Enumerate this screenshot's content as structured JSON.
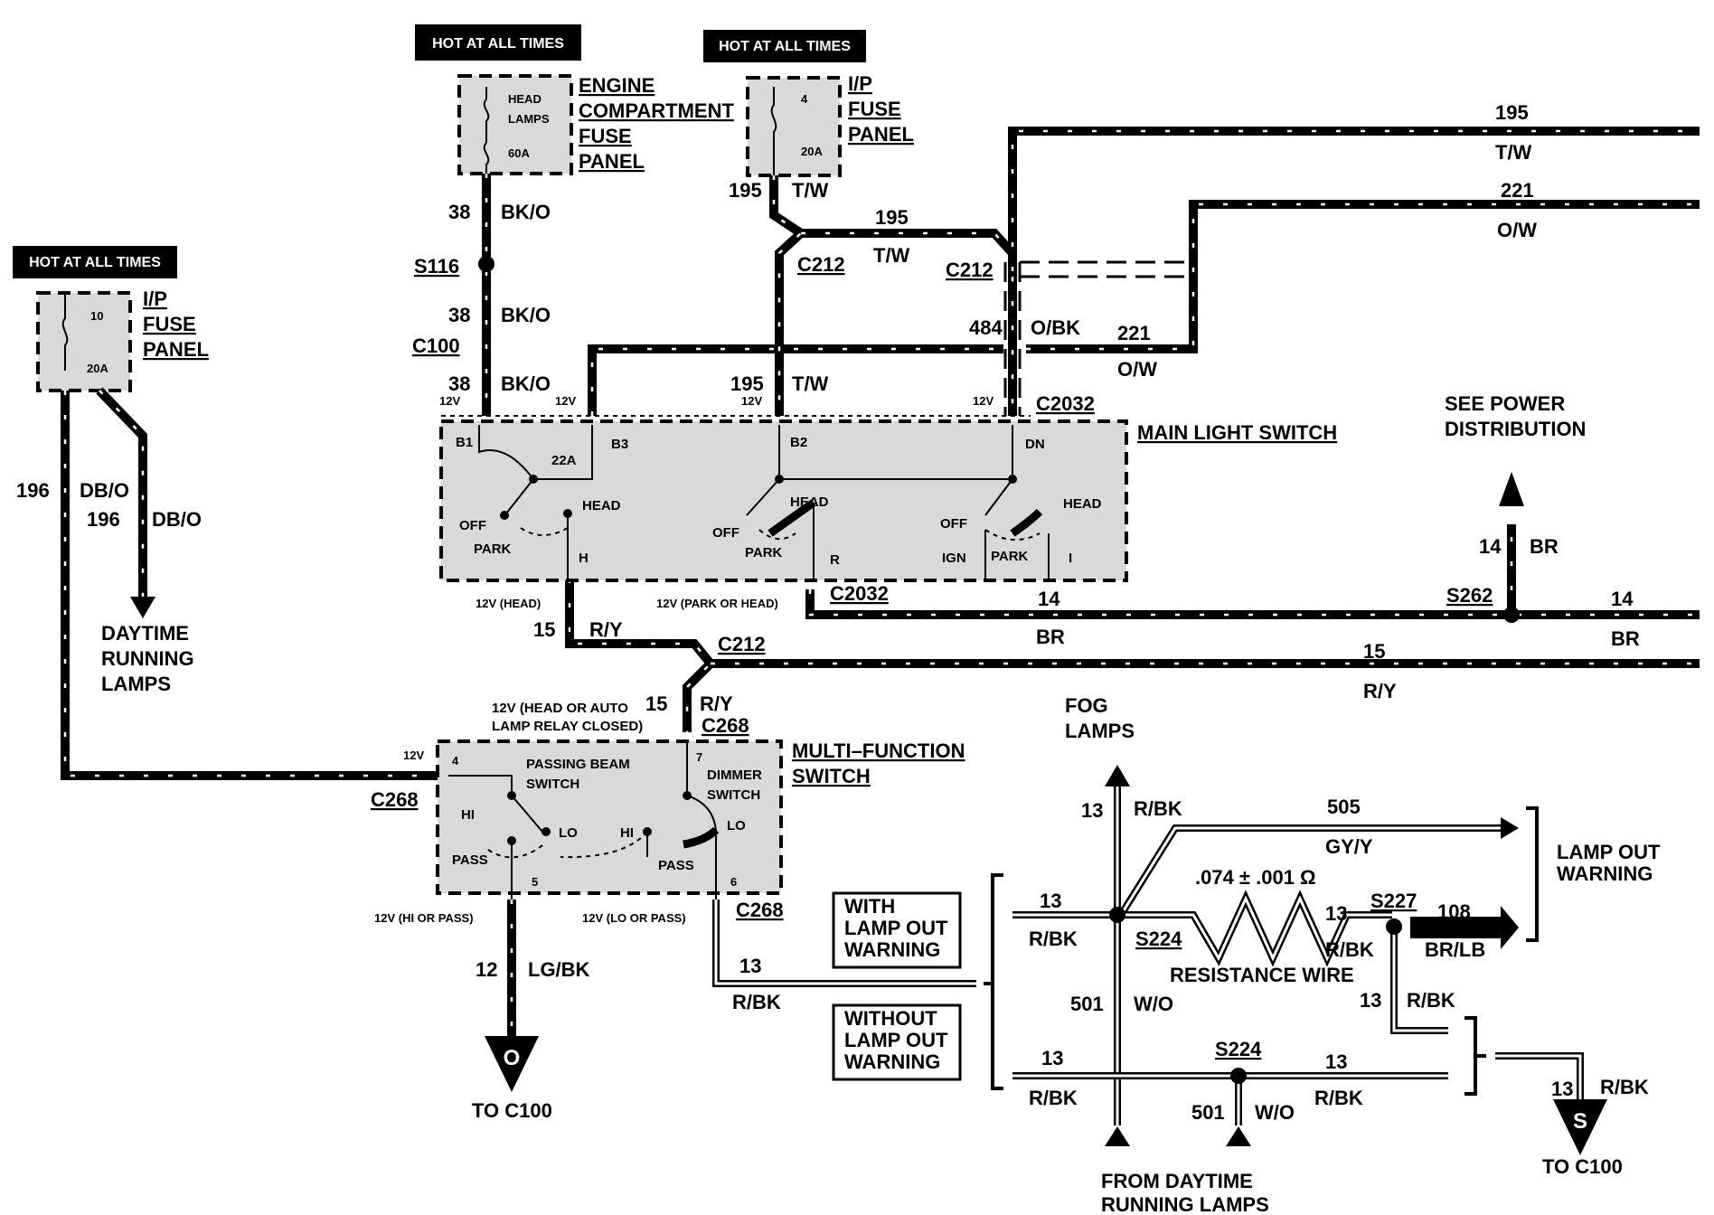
{
  "hot_labels": [
    "HOT AT ALL TIMES",
    "HOT AT ALL TIMES",
    "HOT AT ALL TIMES"
  ],
  "fuses": {
    "engine": {
      "line1": "HEAD",
      "line2": "LAMPS",
      "rating": "60A",
      "title": [
        "ENGINE",
        "COMPARTMENT",
        "FUSE",
        "PANEL"
      ]
    },
    "ip4": {
      "number": "4",
      "rating": "20A",
      "title": [
        "I/P",
        "FUSE",
        "PANEL"
      ]
    },
    "ip10": {
      "number": "10",
      "rating": "20A",
      "title": [
        "I/P",
        "FUSE",
        "PANEL"
      ]
    }
  },
  "wire_labels": {
    "w38a": "38",
    "bko_a": "BK/O",
    "s116": "S116",
    "w38b": "38",
    "bko_b": "BK/O",
    "c100": "C100",
    "w38c": "38",
    "bko_c": "BK/O",
    "v12_a": "12V",
    "v12_b": "12V",
    "w195a": "195",
    "tw_a": "T/W",
    "w195b": "195",
    "tw_b": "T/W",
    "c212_a": "C212",
    "w195c": "195",
    "tw_c": "T/W",
    "v12_c": "12V",
    "c212_b": "C212",
    "w195d": "195",
    "tw_d": "T/W",
    "w221a": "221",
    "ow_a": "O/W",
    "w484": "484",
    "obk": "O/BK",
    "w221b": "221",
    "ow_b": "O/W",
    "v12_d": "12V",
    "c2032_a": "C2032",
    "w196a": "196",
    "dbo_a": "DB/O",
    "w196b": "196",
    "dbo_b": "DB/O",
    "drl": [
      "DAYTIME",
      "RUNNING",
      "LAMPS"
    ],
    "see_power": [
      "SEE POWER",
      "DISTRIBUTION"
    ],
    "w14a": "14",
    "br_a": "BR",
    "s262": "S262",
    "w14b": "14",
    "br_b": "BR",
    "w14c": "14",
    "br_c": "BR",
    "v12_head": "12V (HEAD)",
    "v12_park": "12V (PARK OR HEAD)",
    "c2032_b": "C2032",
    "w15a": "15",
    "ry_a": "R/Y",
    "c212_c": "C212",
    "w15b": "15",
    "ry_b": "R/Y",
    "relay_note": [
      "12V (HEAD OR AUTO",
      "LAMP RELAY CLOSED)"
    ],
    "w15c": "15",
    "ry_c": "R/Y",
    "c268_a": "C268",
    "v12_e": "12V",
    "c268_b": "C268",
    "v12_hi": "12V (HI OR PASS)",
    "v12_lo": "12V (LO OR PASS)",
    "c268_c": "C268",
    "w12": "12",
    "lgbk": "LG/BK",
    "connector_o": "O",
    "to_c100_a": "TO C100",
    "w13a": "13",
    "rbk_a": "R/BK",
    "fog": [
      "FOG",
      "LAMPS"
    ],
    "w13b": "13",
    "rbk_b": "R/BK",
    "w505": "505",
    "gyy": "GY/Y",
    "lamp_out": [
      "LAMP OUT",
      "WARNING"
    ],
    "resistance_val": ".074 ± .001 Ω",
    "w13c": "13",
    "rbk_c": "R/BK",
    "s224_a": "S224",
    "resistance_wire": "RESISTANCE WIRE",
    "w13d": "13",
    "rbk_d": "R/BK",
    "s227": "S227",
    "w108": "108",
    "brlb": "BR/LB",
    "w501a": "501",
    "wo_a": "W/O",
    "w13e": "13",
    "rbk_e": "R/BK",
    "w13f": "13",
    "rbk_f": "R/BK",
    "s224_b": "S224",
    "w13g": "13",
    "rbk_g": "R/BK",
    "w501b": "501",
    "wo_b": "W/O",
    "w13h": "13",
    "rbk_h": "R/BK",
    "connector_s": "S",
    "to_c100_b": "TO C100",
    "from_drl": [
      "FROM DAYTIME",
      "RUNNING LAMPS"
    ]
  },
  "notes": {
    "with_warning": [
      "WITH",
      "LAMP OUT",
      "WARNING"
    ],
    "without_warning": [
      "WITHOUT",
      "LAMP OUT",
      "WARNING"
    ]
  },
  "main_switch": {
    "title": "MAIN LIGHT SWITCH",
    "b1": "B1",
    "a22": "22A",
    "b3": "B3",
    "b2": "B2",
    "dn": "DN",
    "off1": "OFF",
    "park1": "PARK",
    "head1": "HEAD",
    "h": "H",
    "off2": "OFF",
    "park2": "PARK",
    "head2": "HEAD",
    "r": "R",
    "off3": "OFF",
    "ign": "IGN",
    "park3": "PARK",
    "head3": "HEAD",
    "i": "I"
  },
  "multi_switch": {
    "title": [
      "MULTI–FUNCTION",
      "SWITCH"
    ],
    "pin4": "4",
    "passing": [
      "PASSING BEAM",
      "SWITCH"
    ],
    "pin7": "7",
    "dimmer": [
      "DIMMER",
      "SWITCH"
    ],
    "hi1": "HI",
    "lo1": "LO",
    "pass1": "PASS",
    "hi2": "HI",
    "lo2": "LO",
    "pass2": "PASS",
    "pin5": "5",
    "pin6": "6"
  }
}
